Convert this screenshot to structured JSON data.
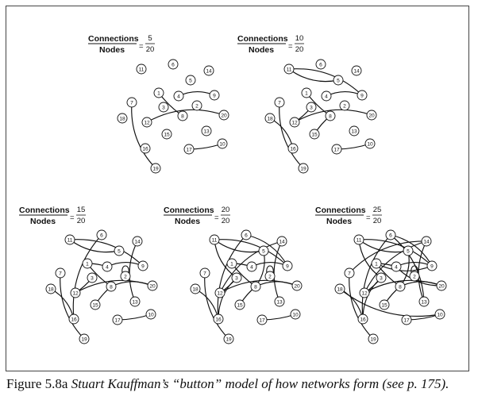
{
  "figure": {
    "caption_lead": "Figure 5.8a ",
    "caption_italic": "Stuart Kauffman’s “button” model of how networks form (see p. 175).",
    "colors": {
      "ink": "#111111",
      "paper": "#ffffff",
      "frame": "#444444"
    }
  },
  "equation": {
    "numerator_label": "Connections",
    "denominator_label": "Nodes",
    "operator": "="
  },
  "panels": [
    {
      "id": "p1",
      "connections": "5",
      "nodes": "20",
      "edges": [
        [
          "1",
          "8"
        ],
        [
          "4",
          "9"
        ],
        [
          "7",
          "19"
        ],
        [
          "12",
          "20"
        ],
        [
          "17",
          "10"
        ]
      ]
    },
    {
      "id": "p2",
      "connections": "10",
      "nodes": "20",
      "edges": [
        [
          "1",
          "8"
        ],
        [
          "4",
          "9"
        ],
        [
          "7",
          "19"
        ],
        [
          "12",
          "20"
        ],
        [
          "17",
          "10"
        ],
        [
          "11",
          "9"
        ],
        [
          "11",
          "5"
        ],
        [
          "3",
          "12"
        ],
        [
          "16",
          "18"
        ],
        [
          "15",
          "8"
        ]
      ]
    },
    {
      "id": "p3",
      "connections": "15",
      "nodes": "20",
      "edges": [
        [
          "1",
          "8"
        ],
        [
          "4",
          "9"
        ],
        [
          "7",
          "19"
        ],
        [
          "12",
          "20"
        ],
        [
          "17",
          "10"
        ],
        [
          "11",
          "9"
        ],
        [
          "11",
          "5"
        ],
        [
          "3",
          "12"
        ],
        [
          "16",
          "18"
        ],
        [
          "15",
          "8"
        ],
        [
          "6",
          "16"
        ],
        [
          "1",
          "4"
        ],
        [
          "14",
          "13"
        ],
        [
          "2",
          "2"
        ],
        [
          "20",
          "8"
        ]
      ]
    },
    {
      "id": "p4",
      "connections": "20",
      "nodes": "20",
      "edges": [
        [
          "1",
          "8"
        ],
        [
          "4",
          "9"
        ],
        [
          "7",
          "19"
        ],
        [
          "12",
          "20"
        ],
        [
          "17",
          "10"
        ],
        [
          "11",
          "9"
        ],
        [
          "11",
          "5"
        ],
        [
          "3",
          "12"
        ],
        [
          "16",
          "18"
        ],
        [
          "15",
          "8"
        ],
        [
          "6",
          "16"
        ],
        [
          "1",
          "4"
        ],
        [
          "14",
          "13"
        ],
        [
          "2",
          "2"
        ],
        [
          "20",
          "8"
        ],
        [
          "6",
          "9"
        ],
        [
          "11",
          "3"
        ],
        [
          "5",
          "8"
        ],
        [
          "14",
          "12"
        ],
        [
          "16",
          "3"
        ]
      ]
    },
    {
      "id": "p5",
      "connections": "25",
      "nodes": "20",
      "edges": [
        [
          "1",
          "8"
        ],
        [
          "4",
          "9"
        ],
        [
          "7",
          "19"
        ],
        [
          "12",
          "20"
        ],
        [
          "17",
          "10"
        ],
        [
          "11",
          "9"
        ],
        [
          "11",
          "5"
        ],
        [
          "3",
          "12"
        ],
        [
          "16",
          "18"
        ],
        [
          "15",
          "8"
        ],
        [
          "6",
          "16"
        ],
        [
          "1",
          "4"
        ],
        [
          "14",
          "13"
        ],
        [
          "2",
          "2"
        ],
        [
          "20",
          "8"
        ],
        [
          "6",
          "9"
        ],
        [
          "11",
          "3"
        ],
        [
          "5",
          "8"
        ],
        [
          "14",
          "12"
        ],
        [
          "16",
          "3"
        ],
        [
          "18",
          "10"
        ],
        [
          "7",
          "14"
        ],
        [
          "4",
          "20"
        ],
        [
          "6",
          "13"
        ],
        [
          "1",
          "9"
        ]
      ]
    }
  ]
}
